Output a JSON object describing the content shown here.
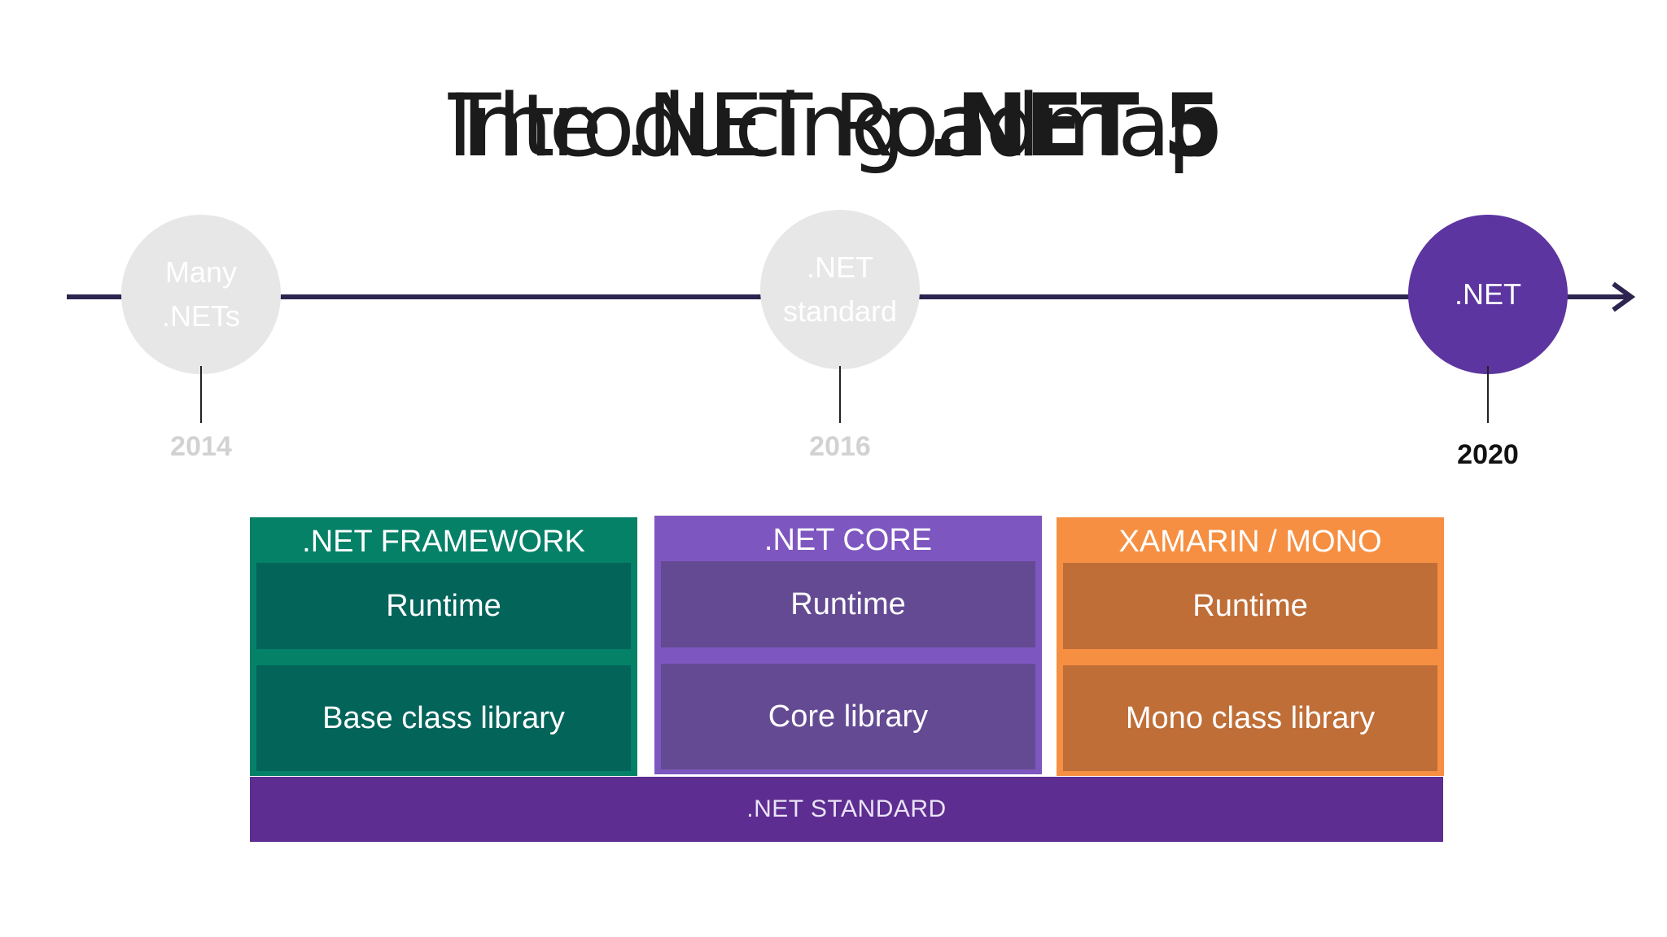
{
  "title": {
    "previous": "The .NET Roadmap",
    "next_prefix": "Introducing ",
    "next_bold": ".NET 5"
  },
  "timeline": {
    "milestones": [
      {
        "lines": [
          "Many",
          ".NETs"
        ],
        "year": "2014",
        "state": "faded"
      },
      {
        "lines": [
          ".NET",
          "standard"
        ],
        "year": "2016",
        "state": "faded"
      },
      {
        "lines": [
          ".NET"
        ],
        "year": "2020",
        "state": "active"
      }
    ],
    "colors": {
      "line": "#2d2450",
      "active": "#5c35a0",
      "faded": "#e7e7e7"
    }
  },
  "platforms": [
    {
      "name": ".NET FRAMEWORK",
      "runtime": "Runtime",
      "library": "Base class library",
      "color": "#058168"
    },
    {
      "name": ".NET CORE",
      "runtime": "Runtime",
      "library": "Core library",
      "color": "#7e56c0"
    },
    {
      "name": "XAMARIN / MONO",
      "runtime": "Runtime",
      "library": "Mono class library",
      "color": "#f68f42"
    }
  ],
  "standard_bar": {
    "label": ".NET STANDARD",
    "color": "#5d2d91"
  }
}
